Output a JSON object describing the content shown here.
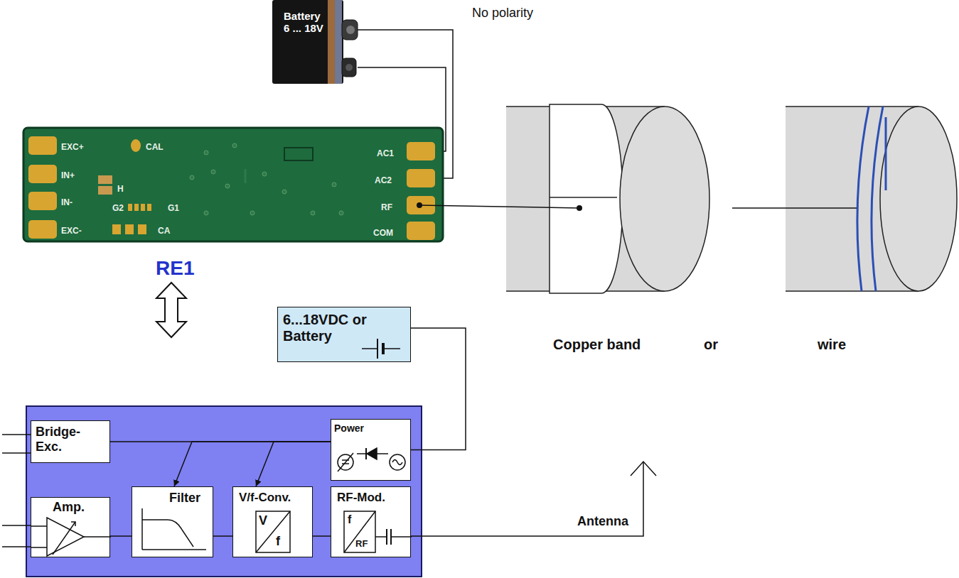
{
  "diagram": {
    "nodes": [
      {
        "text": [
          "Battery 6 ... 18V"
        ]
      },
      {
        "text": [
          "6...18VDC or Battery"
        ]
      },
      {
        "text": [
          "Bridge- Exc."
        ]
      },
      {
        "text": [
          "Power"
        ]
      },
      {
        "text": [
          "Amp."
        ]
      },
      {
        "text": [
          "Filter"
        ]
      },
      {
        "text": [
          "V/f-Conv.",
          "V",
          "f"
        ]
      },
      {
        "text": [
          "RF-Mod.",
          "f",
          "RF"
        ]
      }
    ],
    "edges": [
      {
        "from": 1,
        "to": 3,
        "arrow": "none"
      },
      {
        "from": 2,
        "to": 3,
        "arrow": "none"
      },
      {
        "from": 3,
        "to": 5,
        "arrow": "to"
      },
      {
        "from": 3,
        "to": 6,
        "arrow": "to"
      },
      {
        "from": 4,
        "to": 5,
        "arrow": "none"
      },
      {
        "from": 5,
        "to": 6,
        "arrow": "none"
      },
      {
        "from": 6,
        "to": 7,
        "arrow": "none"
      }
    ],
    "labels": [
      "No polarity",
      "EXC+",
      "IN+",
      "IN-",
      "EXC-",
      "CAL",
      "H",
      "G2",
      "G1",
      "CA",
      "AC1",
      "AC2",
      "RF",
      "COM",
      "RE1",
      "Copper band",
      "or",
      "wire",
      "Antenna"
    ]
  }
}
